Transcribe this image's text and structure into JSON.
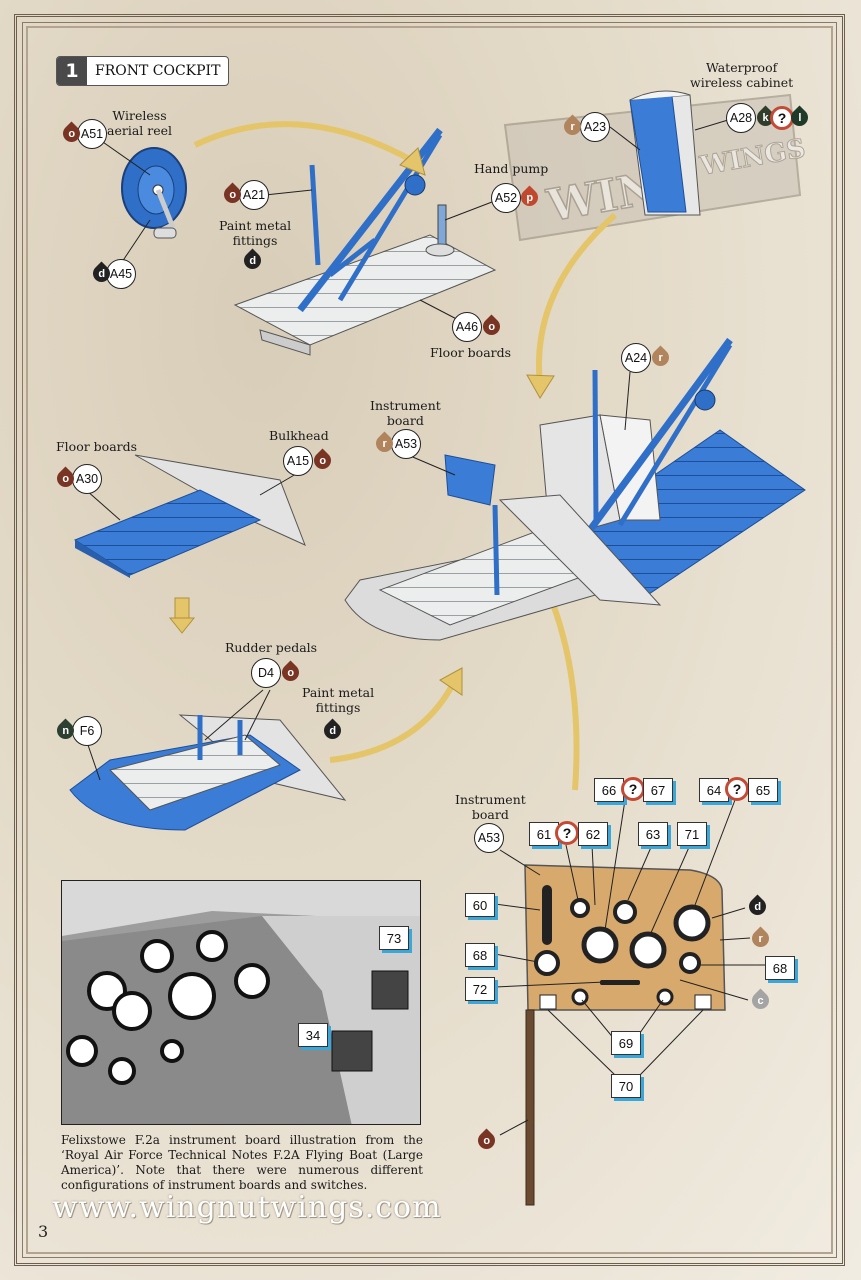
{
  "step": {
    "number": "1",
    "title": "FRONT COCKPIT"
  },
  "labels": {
    "wireless_reel": "Wireless\naerial reel",
    "waterproof_cabinet": "Waterproof\nwireless cabinet",
    "hand_pump": "Hand pump",
    "paint_metal_top": "Paint metal\nfittings",
    "floor_boards_top": "Floor boards",
    "instrument_board_mid": "Instrument\nboard",
    "floor_boards_left": "Floor boards",
    "bulkhead": "Bulkhead",
    "rudder_pedals": "Rudder pedals",
    "paint_metal_bottom": "Paint metal\nfittings",
    "instrument_board_bottom": "Instrument\nboard"
  },
  "parts": {
    "A51": "A51",
    "A45": "A45",
    "A21": "A21",
    "A23": "A23",
    "A28": "A28",
    "A52": "A52",
    "A46": "A46",
    "A24": "A24",
    "A53_mid": "A53",
    "A30": "A30",
    "A15": "A15",
    "D4": "D4",
    "F6": "F6",
    "A53_bottom": "A53"
  },
  "paint_codes": {
    "o": "o",
    "d": "d",
    "r": "r",
    "k": "k",
    "l": "l",
    "p": "p",
    "n": "n",
    "c": "c",
    "q": "?"
  },
  "colors": {
    "o": "#7a3424",
    "d": "#222222",
    "r": "#b0845c",
    "k": "#2f3d2a",
    "l": "#1f3a28",
    "p": "#c0482e",
    "n": "#2d3f30",
    "c": "#a4a4a4",
    "blue": "#3a7cd6",
    "wood": "#d8a96c",
    "callout_shadow": "#3aa7d8",
    "arrow": "#e5c56a"
  },
  "decals": {
    "d60": "60",
    "d61": "61",
    "d62": "62",
    "d63": "63",
    "d64": "64",
    "d65": "65",
    "d66": "66",
    "d67": "67",
    "d68a": "68",
    "d68b": "68",
    "d69": "69",
    "d70": "70",
    "d71": "71",
    "d72": "72",
    "d73": "73",
    "d34": "34"
  },
  "caption": "Felixstowe F.2a instrument board illustration from the ‘Royal Air Force Technical Notes F.2A Flying Boat (Large America)’. Note that there were numerous different configurations of instrument boards and switches.",
  "website": "www.wingnutwings.com",
  "page_number": "3"
}
